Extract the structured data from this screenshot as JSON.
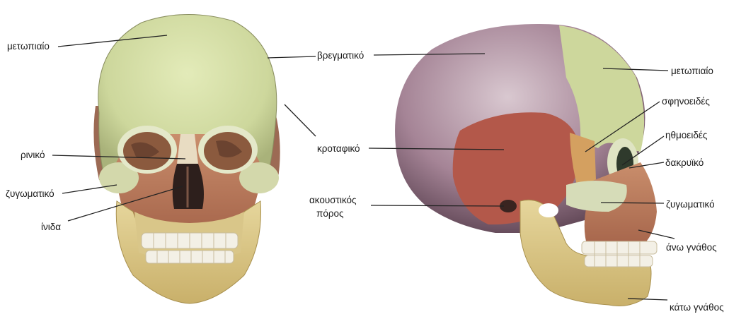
{
  "front_view": {
    "labels": {
      "frontal": "μετωπιαίο",
      "nasal": "ρινικό",
      "zygomatic": "ζυγωματικό",
      "vomer": "ίνιδα"
    }
  },
  "center_labels": {
    "parietal": "βρεγματικό",
    "temporal": "κροταφικό",
    "auditory_line1": "ακουστικός",
    "auditory_line2": "πόρος"
  },
  "side_view": {
    "labels": {
      "frontal": "μετωπιαίο",
      "sphenoid": "σφηνοειδές",
      "ethmoid": "ηθμοειδές",
      "lacrimal": "δακρυϊκό",
      "zygomatic": "ζυγωματικό",
      "maxilla": "άνω γνάθος",
      "mandible": "κάτω γνάθος"
    }
  },
  "colors": {
    "frontal_bone": "#cfd9a0",
    "parietal_bone": "#a8899c",
    "temporal_muscle": "#b3584a",
    "face_bone": "#b87a5c",
    "mandible_bone": "#dcc98a",
    "teeth": "#f3f0e6",
    "leader_line": "#222222"
  }
}
